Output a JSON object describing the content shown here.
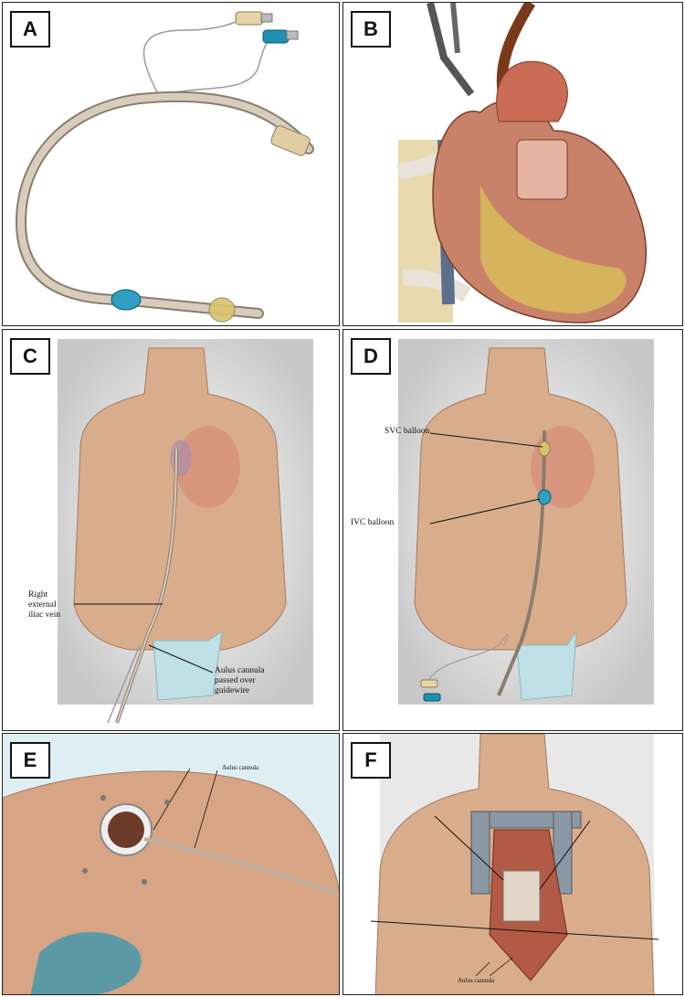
{
  "panels": {
    "a": {
      "letter": "A"
    },
    "b": {
      "letter": "B"
    },
    "c": {
      "letter": "C",
      "label_vein": "Right\nexternal\niliac vein",
      "label_cannula": "Aulus cannula\npassed over\nguidewire"
    },
    "d": {
      "letter": "D",
      "label_svc": "SVC balloon",
      "label_ivc": "IVC balloon"
    },
    "e": {
      "letter": "E",
      "label_cannula": "Aulus cannula"
    },
    "f": {
      "letter": "F",
      "label_cannula": "Aulus cannula"
    }
  },
  "colors": {
    "skin": "#d9ad8c",
    "cannula": "#c9b49a",
    "blue_balloon": "#2f9ec0",
    "yellow_balloon": "#d8c46a",
    "heart": "#c9826a",
    "drape": "#bfe0e6"
  }
}
